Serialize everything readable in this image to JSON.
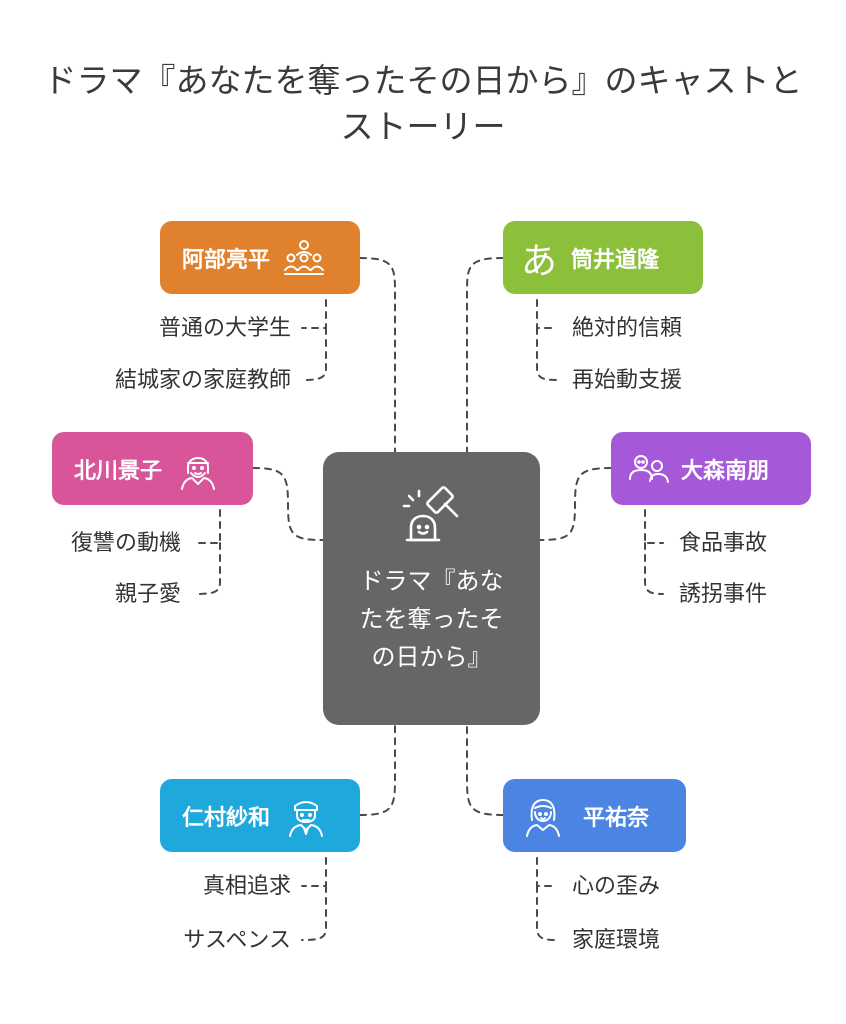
{
  "title": "ドラマ『あなたを奪ったその日から』のキャストとストーリー",
  "center": {
    "label": "ドラマ『あなたを奪ったその日から』",
    "icon": "gavel-icon"
  },
  "nodes": [
    {
      "id": "abe",
      "label": "阿部亮平",
      "color": "#E0822D",
      "icon": "group-icon",
      "items": [
        "普通の大学生",
        "結城家の家庭教師"
      ]
    },
    {
      "id": "tsutsui",
      "label": "筒井道隆",
      "color": "#8CBF3A",
      "icon": "hiragana-a-icon",
      "icon_text": "あ",
      "items": [
        "絶対的信頼",
        "再始動支援"
      ]
    },
    {
      "id": "kitagawa",
      "label": "北川景子",
      "color": "#D8559A",
      "icon": "woman-icon",
      "items": [
        "復讐の動機",
        "親子愛"
      ]
    },
    {
      "id": "omori",
      "label": "大森南朋",
      "color": "#A559D9",
      "icon": "people-icon",
      "items": [
        "食品事故",
        "誘拐事件"
      ]
    },
    {
      "id": "nimura",
      "label": "仁村紗和",
      "color": "#1FA8DB",
      "icon": "detective-icon",
      "items": [
        "真相追求",
        "サスペンス"
      ]
    },
    {
      "id": "taira",
      "label": "平祐奈",
      "color": "#4C84E3",
      "icon": "girl-icon",
      "items": [
        "心の歪み",
        "家庭環境"
      ]
    }
  ]
}
